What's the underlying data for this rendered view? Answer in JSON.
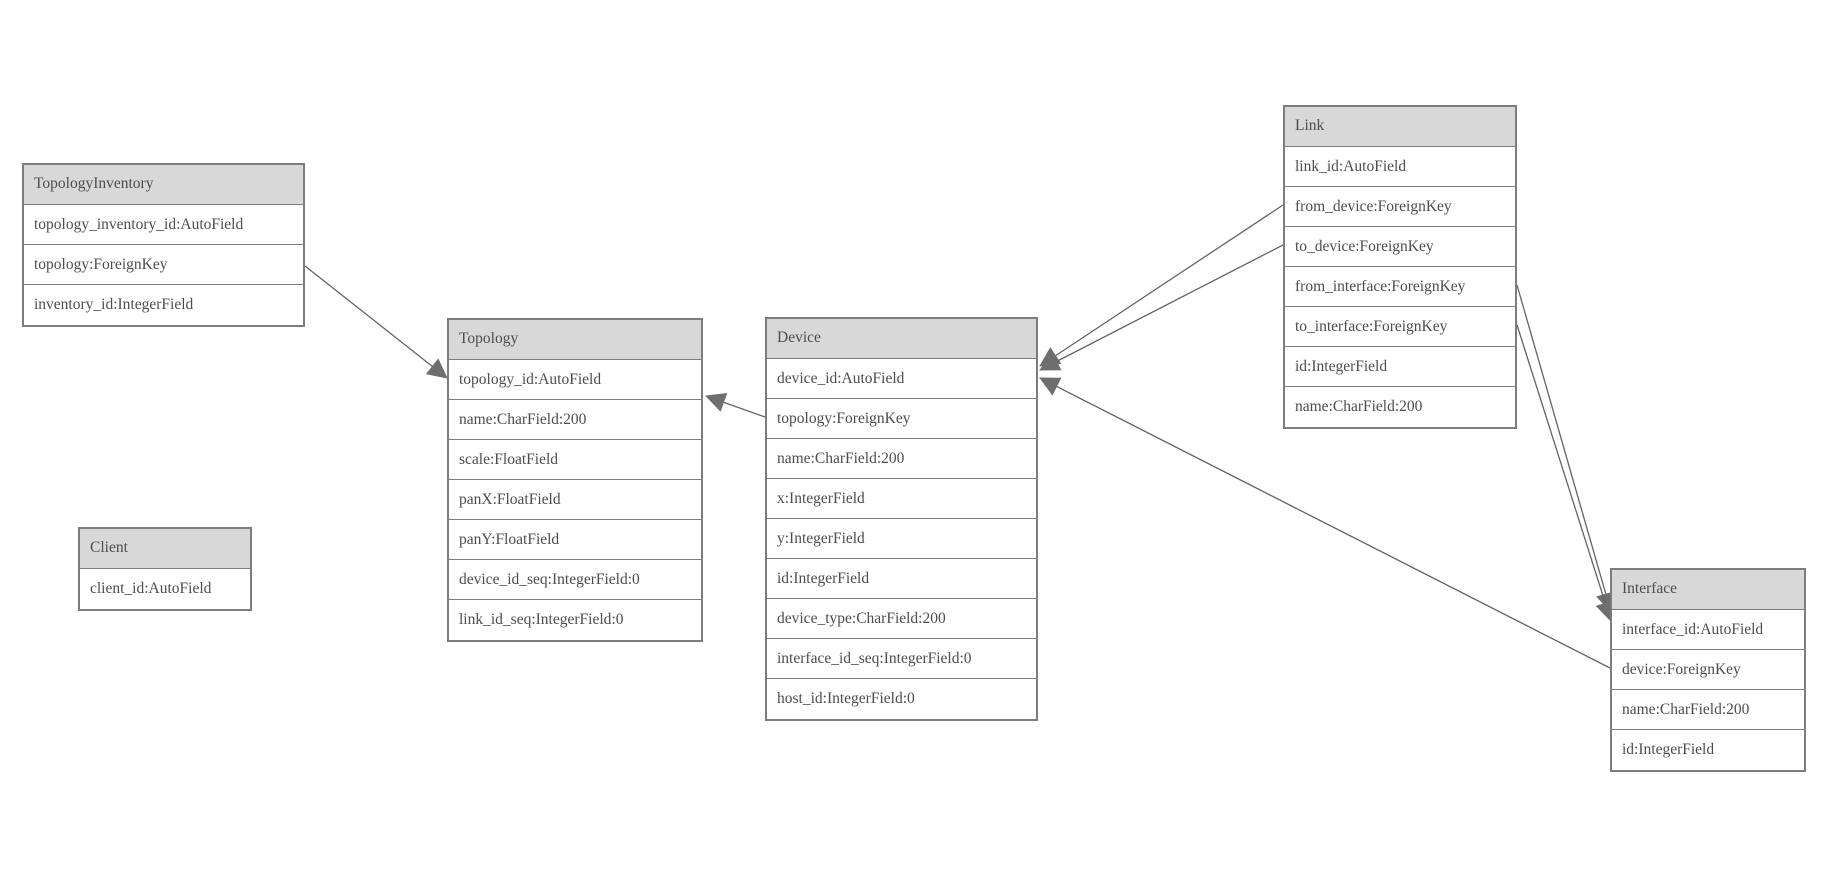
{
  "colors": {
    "background": "#ffffff",
    "header_fill": "#d8d8d8",
    "border": "#7d7d7d",
    "edge": "#636363",
    "text": "#4d4d4d"
  },
  "entities": {
    "topology_inventory": {
      "title": "TopologyInventory",
      "fields": [
        "topology_inventory_id:AutoField",
        "topology:ForeignKey",
        "inventory_id:IntegerField"
      ]
    },
    "topology": {
      "title": "Topology",
      "fields": [
        "topology_id:AutoField",
        "name:CharField:200",
        "scale:FloatField",
        "panX:FloatField",
        "panY:FloatField",
        "device_id_seq:IntegerField:0",
        "link_id_seq:IntegerField:0"
      ]
    },
    "client": {
      "title": "Client",
      "fields": [
        "client_id:AutoField"
      ]
    },
    "device": {
      "title": "Device",
      "fields": [
        "device_id:AutoField",
        "topology:ForeignKey",
        "name:CharField:200",
        "x:IntegerField",
        "y:IntegerField",
        "id:IntegerField",
        "device_type:CharField:200",
        "interface_id_seq:IntegerField:0",
        "host_id:IntegerField:0"
      ]
    },
    "link": {
      "title": "Link",
      "fields": [
        "link_id:AutoField",
        "from_device:ForeignKey",
        "to_device:ForeignKey",
        "from_interface:ForeignKey",
        "to_interface:ForeignKey",
        "id:IntegerField",
        "name:CharField:200"
      ]
    },
    "interface": {
      "title": "Interface",
      "fields": [
        "interface_id:AutoField",
        "device:ForeignKey",
        "name:CharField:200",
        "id:IntegerField"
      ]
    }
  },
  "relationships": [
    {
      "from": "TopologyInventory.topology",
      "to": "Topology"
    },
    {
      "from": "Device.topology",
      "to": "Topology"
    },
    {
      "from": "Link.from_device",
      "to": "Device"
    },
    {
      "from": "Link.to_device",
      "to": "Device"
    },
    {
      "from": "Interface.device",
      "to": "Device"
    },
    {
      "from": "Link.from_interface",
      "to": "Interface"
    },
    {
      "from": "Link.to_interface",
      "to": "Interface"
    }
  ]
}
